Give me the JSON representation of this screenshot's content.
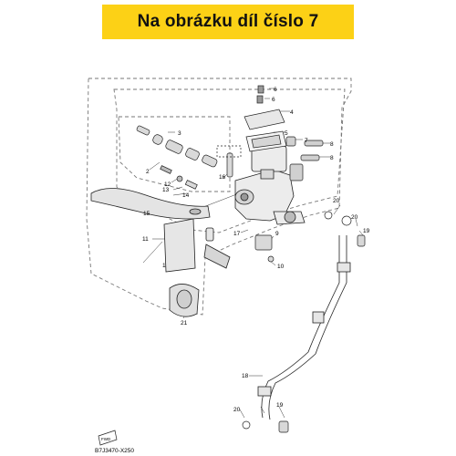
{
  "banner": {
    "text": "Na obrázku díl číslo 7",
    "color": "#fcd116"
  },
  "diagram_code": "B7J3470-X250",
  "fwd_badge": "FWD",
  "callouts": {
    "c1": "1",
    "c2": "2",
    "c3": "3",
    "c4": "4",
    "c5": "5",
    "c6a": "6",
    "c6b": "6",
    "c7": "7",
    "c8a": "8",
    "c8b": "8",
    "c9": "9",
    "c10": "10",
    "c11": "11",
    "c12": "12",
    "c13": "13",
    "c14": "14",
    "c15": "15",
    "c16": "16",
    "c17": "17",
    "c18": "18",
    "c19a": "19",
    "c19b": "19",
    "c20a": "20",
    "c20b": "20",
    "c20c": "20",
    "c21": "21"
  }
}
